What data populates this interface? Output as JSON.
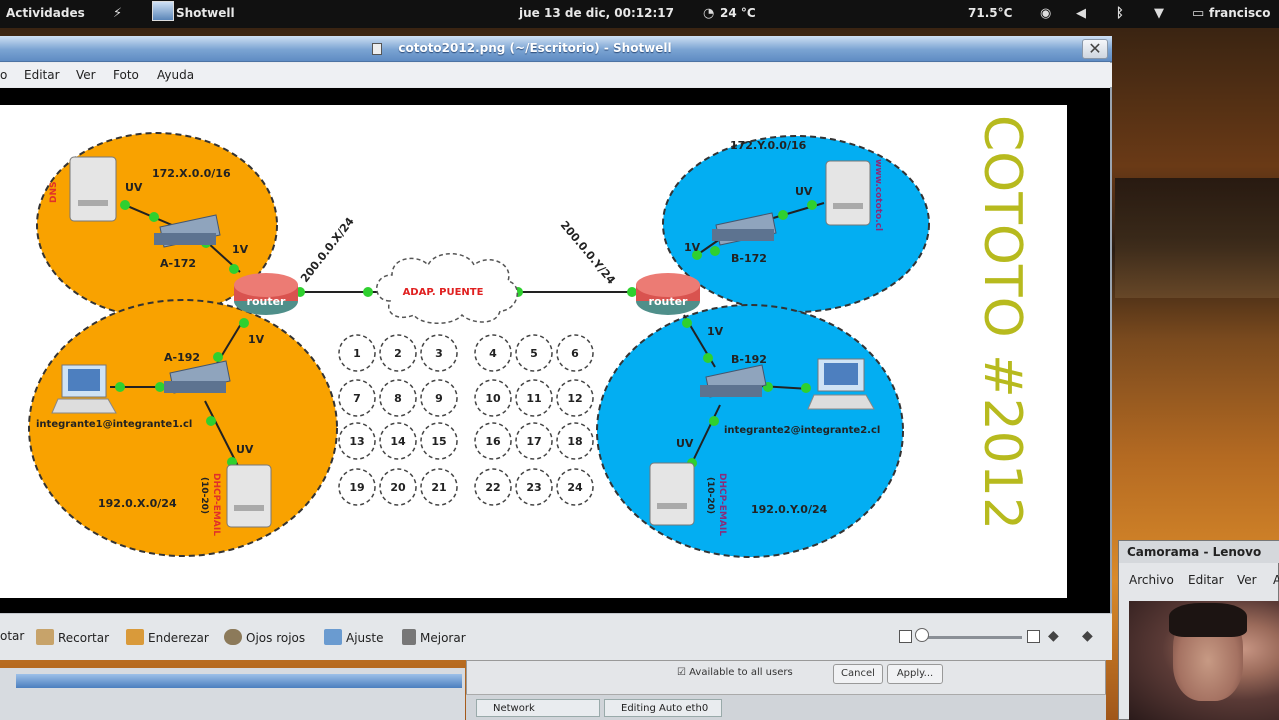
{
  "topbar": {
    "activities": "Actividades",
    "app_name": "Shotwell",
    "datetime": "jue 13 de dic, 00:12:17",
    "weather": "24 °C",
    "cpu_temp": "71.5°C",
    "user": "francisco"
  },
  "window": {
    "title": "cototo2012.png (~/Escritorio) - Shotwell",
    "close_glyph": "✕"
  },
  "menu": [
    "o",
    "Editar",
    "Ver",
    "Foto",
    "Ayuda"
  ],
  "diagram": {
    "big_title": "COTOTO #2012",
    "left_top": {
      "net": "172.X.0.0/16",
      "switch": "A-172",
      "iface_server": "UV",
      "iface_router": "1V",
      "server_label": "DNS"
    },
    "left_bottom": {
      "net": "192.0.X.0/24",
      "switch": "A-192",
      "iface_router": "1V",
      "iface_server": "UV",
      "host": "integrante1@integrante1.cl",
      "server_label": "DHCP-EMAIL",
      "server_sub": "(10-20)"
    },
    "right_top": {
      "net": "172.Y.0.0/16",
      "switch": "B-172",
      "iface_router": "1V",
      "iface_server": "UV",
      "server_label": "www.cototo.cl"
    },
    "right_bottom": {
      "net": "192.0.Y.0/24",
      "switch": "B-192",
      "iface_router": "1V",
      "iface_server": "UV",
      "host": "integrante2@integrante2.cl",
      "server_label": "DHCP-EMAIL",
      "server_sub": "(10-20)"
    },
    "router_label": "router",
    "link_left": "200.0.0.X/24",
    "link_right": "200.0.0.Y/24",
    "cloud": "ADAP. PUENTE",
    "numbers": [
      "1",
      "2",
      "3",
      "4",
      "5",
      "6",
      "7",
      "8",
      "9",
      "10",
      "11",
      "12",
      "13",
      "14",
      "15",
      "16",
      "17",
      "18",
      "19",
      "20",
      "21",
      "22",
      "23",
      "24"
    ]
  },
  "toolbar": {
    "rotate": "otar",
    "crop": "Recortar",
    "straighten": "Enderezar",
    "redeye": "Ojos rojos",
    "adjust": "Ajuste",
    "enhance": "Mejorar"
  },
  "bottom": {
    "checkbox": "Available to all users",
    "cancel": "Cancel",
    "apply": "Apply...",
    "task1": "Network Connections",
    "task2": "Editing Auto eth0"
  },
  "camorama": {
    "title": "Camorama - Lenovo",
    "menu": [
      "Archivo",
      "Editar",
      "Ver",
      "A"
    ]
  },
  "colors": {
    "orange_net": "#f9a200",
    "blue_net": "#03aef2",
    "title_olive": "#b7ba1e",
    "link_green": "#2fd02f",
    "router_red": "#e0504a"
  }
}
